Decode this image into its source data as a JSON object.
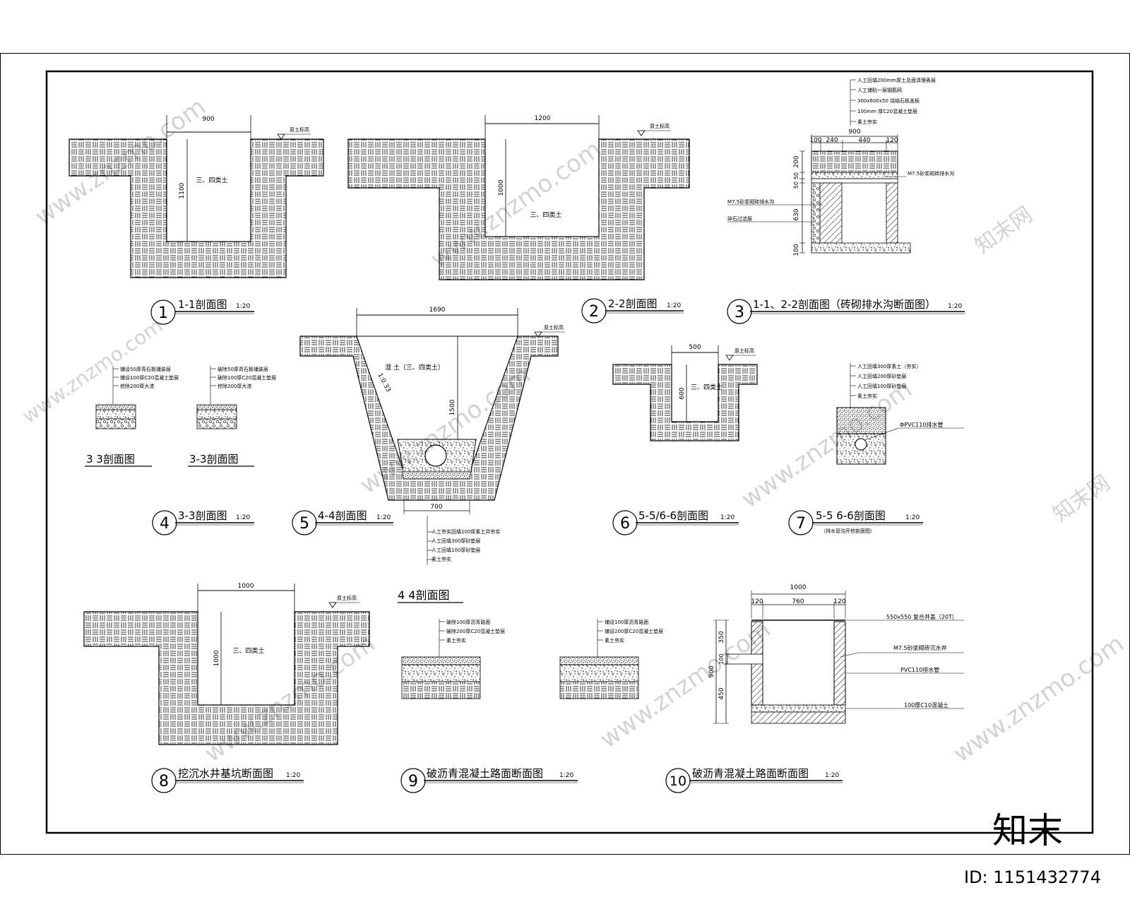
{
  "drawings": [
    {
      "num": "1",
      "title": "1-1剖面图",
      "scale": "1:20",
      "width": "900",
      "depth": "1100",
      "fill_label": "三、四类土",
      "ground_label": "原土标高"
    },
    {
      "num": "2",
      "title": "2-2剖面图",
      "scale": "1:20",
      "width": "1200",
      "depth": "1000",
      "fill_label": "三、四类土",
      "ground_label": "原土标高"
    },
    {
      "num": "3",
      "title": "1-1、2-2剖面图（砖砌排水沟断面图）",
      "scale": "1:20",
      "layers": [
        "人工回填200mm厚土及面清理表层",
        "人工铺贴一层钢筋网",
        "300x600x50 烧结石板盖板",
        "100mm 厚C20混凝土垫层",
        "素土夯实"
      ],
      "top_total": "900",
      "top_dims": [
        "100",
        "240",
        "440",
        "120"
      ],
      "side_dims": [
        "200",
        "50",
        "50",
        "630",
        "100"
      ],
      "callouts": [
        "M7.5砂浆砌砖排水沟",
        "M7.5砂浆砌砖排水沟",
        "碎石过滤层"
      ]
    },
    {
      "num": "4",
      "title": "3-3剖面图",
      "scale": "1:20",
      "sub_a": {
        "title": "3 3剖面图",
        "layers": [
          "铺设50厚青石板铺装层",
          "铺设100厚C20混凝土垫层",
          "挖除200厚大渣"
        ]
      },
      "sub_b": {
        "title": "3-3剖面图",
        "layers": [
          "破除50厚青石板铺装层",
          "破除100厚C20混凝土垫层",
          "挖除200厚大渣"
        ]
      }
    },
    {
      "num": "5",
      "title": "4-4剖面图",
      "scale": "1:20",
      "top_width": "1690",
      "bottom_width": "700",
      "depth": "1500",
      "slope": "1:0.33",
      "fill_label": "湿 土（三、四类土）",
      "ground_label": "原土标高",
      "layers": [
        "人工夯实回填100厚素土并夯实",
        "人工回填300厚砂垫层",
        "人工回填100厚砂垫层",
        "素土夯实"
      ],
      "sub_title": "4 4剖面图"
    },
    {
      "num": "6",
      "title": "5-5/6-6剖面图",
      "scale": "1:20",
      "width": "500",
      "depth": "600",
      "fill_label": "三、四类土",
      "ground_label": "原土标高"
    },
    {
      "num": "7",
      "title": "5-5 6-6剖面图",
      "scale": "1:20",
      "note": "（排水管沟开挖剖面图）",
      "layers": [
        "人工回填300厚素土（夯实）",
        "人工回填200厚砂垫层",
        "人工回填100厚砂垫层",
        "素土夯实"
      ],
      "pipe": "ΦPVC110排水管"
    },
    {
      "num": "8",
      "title": "挖沉水井基坑断面图",
      "scale": "1:20",
      "width": "1000",
      "depth": "1000",
      "fill_label": "三、四类土",
      "ground_label": "原土标高"
    },
    {
      "num": "9",
      "title": "破沥青混凝土路面断面图",
      "scale": "1:20",
      "sub_a": {
        "layers": [
          "破除100厚沥青路面",
          "破除200厚C20混凝土垫层",
          "素土夯实"
        ]
      },
      "sub_b": {
        "layers": [
          "铺设100厚沥青路面",
          "铺设200厚C20混凝土垫层",
          "素土夯实"
        ]
      }
    },
    {
      "num": "10",
      "title": "破沥青混凝土路面断面图",
      "scale": "1:20",
      "top_total": "1000",
      "top_dims": [
        "120",
        "760",
        "120"
      ],
      "side_total": "900",
      "side_dims": [
        "350",
        "100",
        "450"
      ],
      "callouts": [
        "550x550 复合井盖（20T）",
        "M7.5砂浆砌砖沉水井",
        "PVC110排水管",
        "100厚C10混凝土"
      ]
    }
  ],
  "watermark": {
    "brand": "知末",
    "site": "www.znzmo.com",
    "cn": "知末网",
    "id_text": "ID: 1151432774"
  }
}
